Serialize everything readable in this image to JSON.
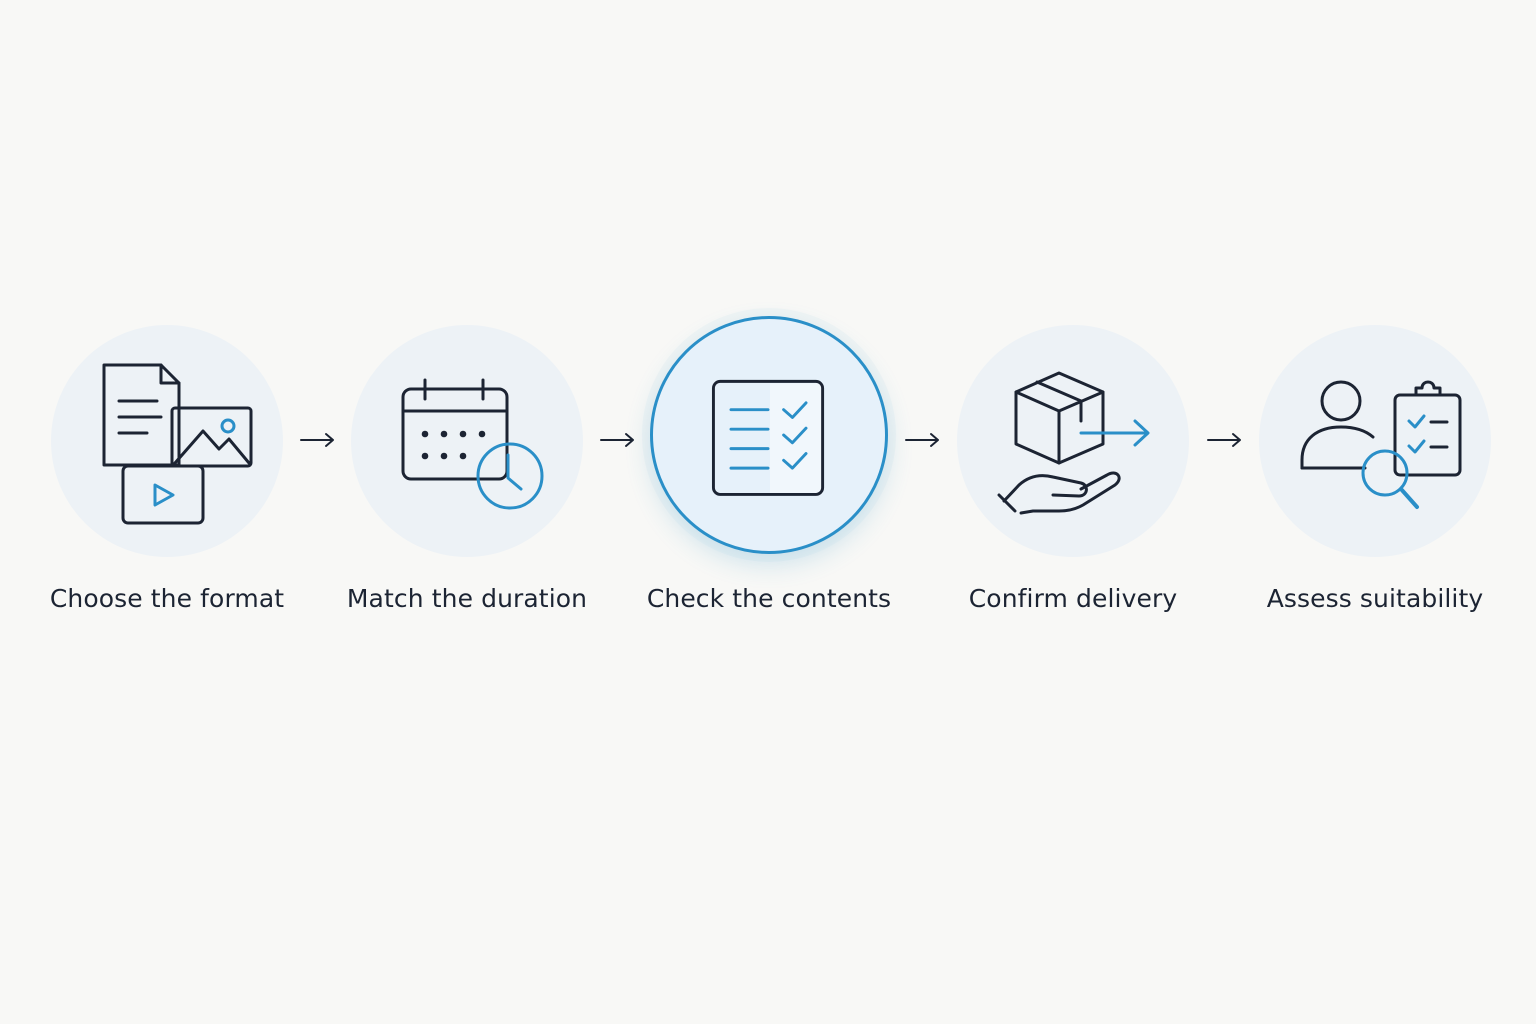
{
  "colors": {
    "background": "#f8f8f6",
    "circle": "#edf2f6",
    "active_circle": "#e6f1fa",
    "accent": "#2a8fc8",
    "ink": "#1c2433"
  },
  "steps": [
    {
      "label": "Choose the format",
      "icon": "document-image-video-icon",
      "active": false
    },
    {
      "label": "Match the duration",
      "icon": "calendar-clock-icon",
      "active": false
    },
    {
      "label": "Check the contents",
      "icon": "checklist-icon",
      "active": true
    },
    {
      "label": "Confirm delivery",
      "icon": "package-hand-arrow-icon",
      "active": false
    },
    {
      "label": "Assess suitability",
      "icon": "person-clipboard-magnifier-icon",
      "active": false
    }
  ]
}
